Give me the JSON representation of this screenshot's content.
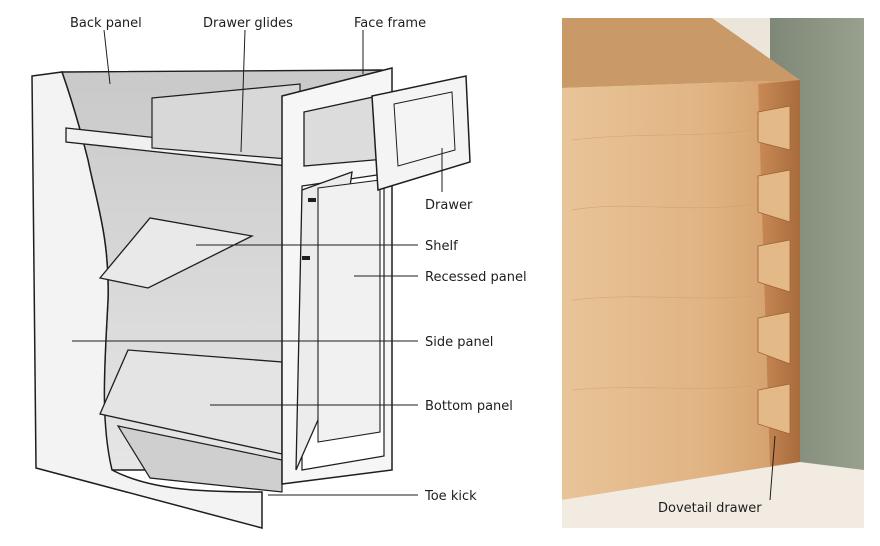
{
  "labels": {
    "back_panel": "Back panel",
    "drawer_glides": "Drawer glides",
    "face_frame": "Face frame",
    "drawer": "Drawer",
    "shelf": "Shelf",
    "recessed_panel": "Recessed panel",
    "side_panel": "Side panel",
    "bottom_panel": "Bottom panel",
    "toe_kick": "Toe kick",
    "dovetail_drawer": "Dovetail drawer"
  },
  "colors": {
    "line": "#1e1e1e",
    "interior": "#d6d6d6",
    "panel": "#efefef",
    "wood_light": "#e7c092",
    "wood_mid": "#d9a775",
    "wood_dark": "#b87b49",
    "wall": "#89927f"
  }
}
